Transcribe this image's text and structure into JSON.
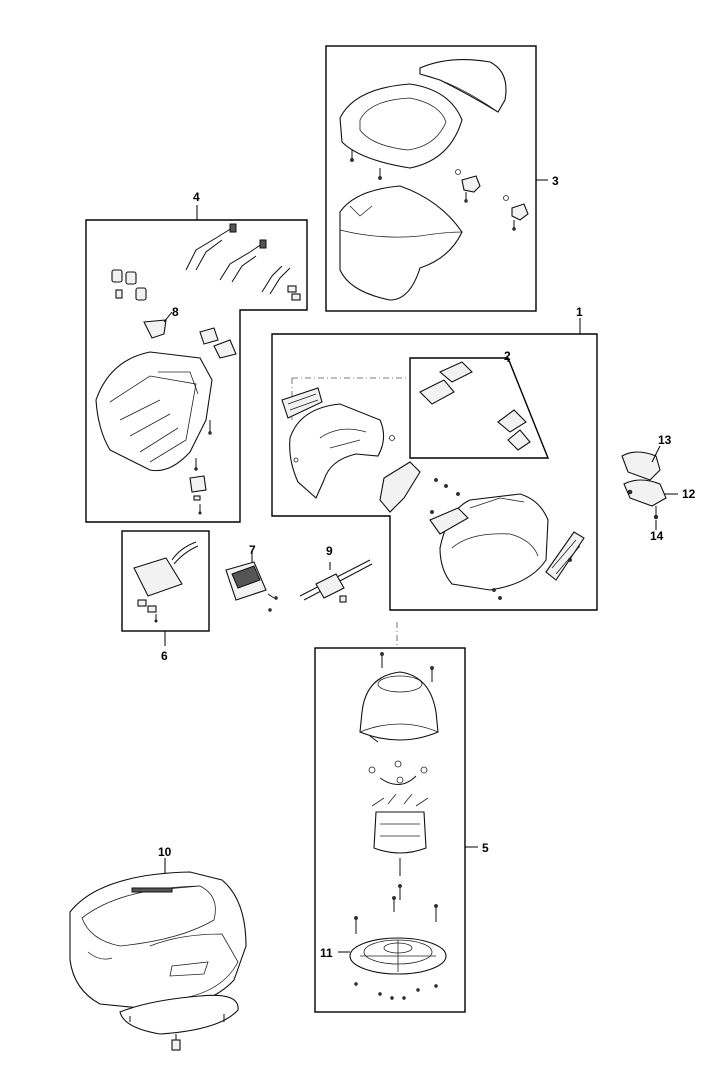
{
  "callouts": {
    "c1": "1",
    "c2": "2",
    "c3": "3",
    "c4": "4",
    "c5": "5",
    "c6": "6",
    "c7": "7",
    "c8": "8",
    "c9": "9",
    "c10": "10",
    "c11": "11",
    "c12": "12",
    "c13": "13",
    "c14": "14"
  },
  "colors": {
    "line": "#111111",
    "background": "#ffffff",
    "part_fill": "#f2f2f2"
  }
}
